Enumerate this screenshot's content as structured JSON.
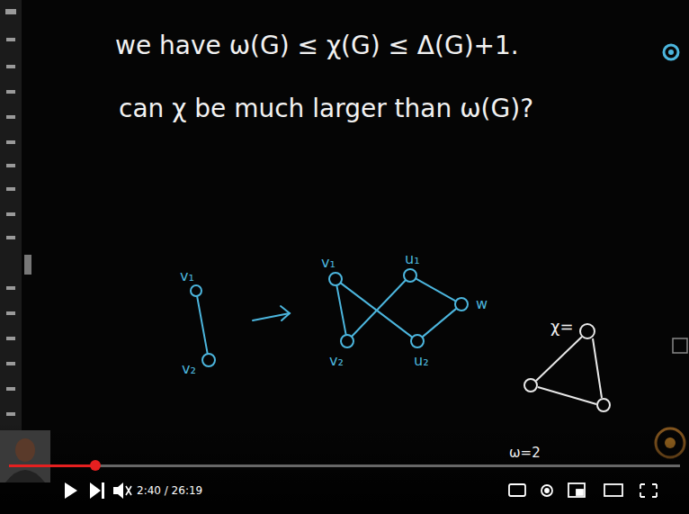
{
  "diagram": {
    "nodes": [
      {
        "text": [
          "v₁"
        ]
      },
      {
        "text": [
          "v₂"
        ]
      },
      {
        "text": [
          "v₁"
        ]
      },
      {
        "text": [
          "v₂"
        ]
      },
      {
        "text": [
          "u₁"
        ]
      },
      {
        "text": [
          "u₂"
        ]
      },
      {
        "text": [
          "w"
        ]
      }
    ],
    "edges": [
      {
        "from": 0,
        "to": 1,
        "arrow": "none"
      },
      {
        "from": 2,
        "to": 3,
        "arrow": "none"
      },
      {
        "from": 2,
        "to": 5,
        "arrow": "none"
      },
      {
        "from": 3,
        "to": 4,
        "arrow": "none"
      },
      {
        "from": 4,
        "to": 6,
        "arrow": "none"
      },
      {
        "from": 5,
        "to": 6,
        "arrow": "none"
      }
    ],
    "labels": [
      "we have ω(G) ≤ χ(G) ≤ Δ(G)+1.",
      "can χ be much larger than ω(G)?",
      "χ=",
      "ω=2",
      "2:40 / 26:19"
    ]
  }
}
